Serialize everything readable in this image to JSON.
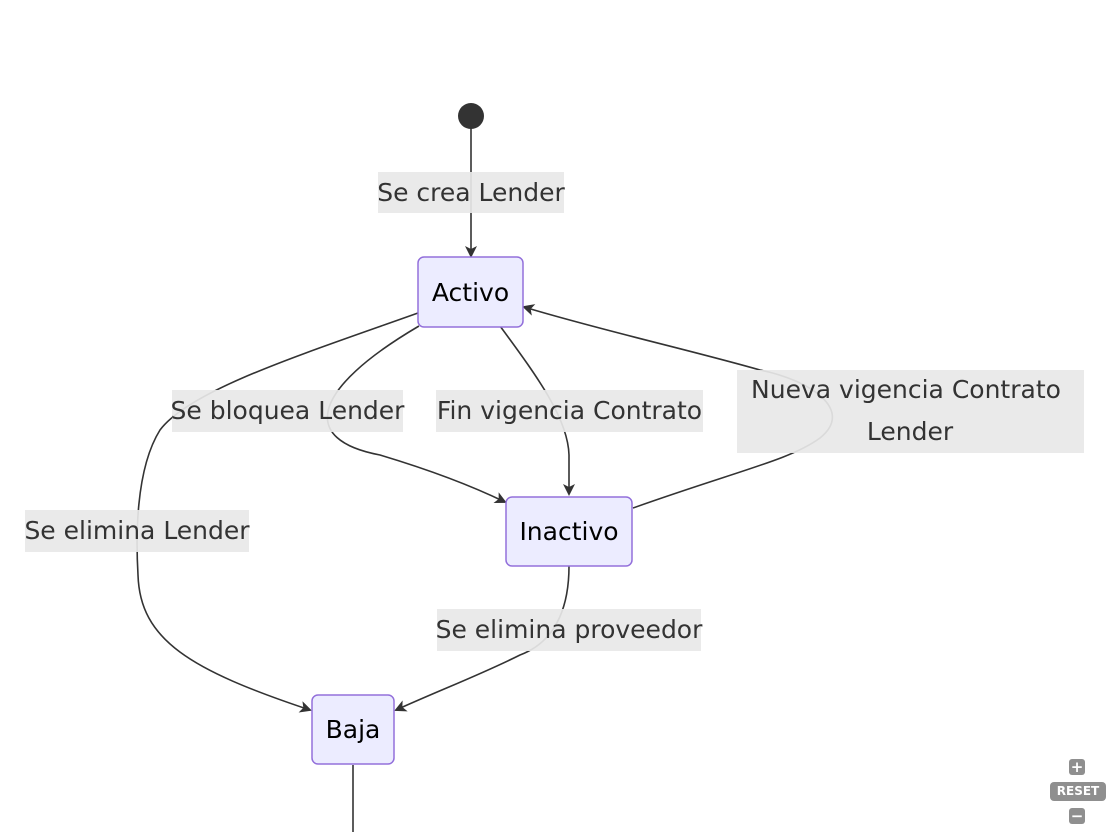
{
  "diagram": {
    "states": {
      "activo": "Activo",
      "inactivo": "Inactivo",
      "baja": "Baja"
    },
    "transitions": {
      "se_crea_lender": "Se crea Lender",
      "se_bloquea_lender": "Se bloquea Lender",
      "fin_vigencia_contrato": "Fin vigencia Contrato",
      "nueva_vigencia_line1": "Nueva vigencia Contrato",
      "nueva_vigencia_line2": "Lender",
      "se_elimina_lender": "Se elimina Lender",
      "se_elimina_proveedor": "Se elimina proveedor"
    }
  },
  "controls": {
    "zoom_in_icon": "plus-icon",
    "reset_label": "RESET",
    "zoom_out_icon": "minus-icon"
  },
  "colors": {
    "state_fill": "#ECECFF",
    "state_stroke": "#9370DB",
    "edge": "#333333",
    "label_bg": "#e8e8e8",
    "control_bg": "#8f8f8f"
  }
}
